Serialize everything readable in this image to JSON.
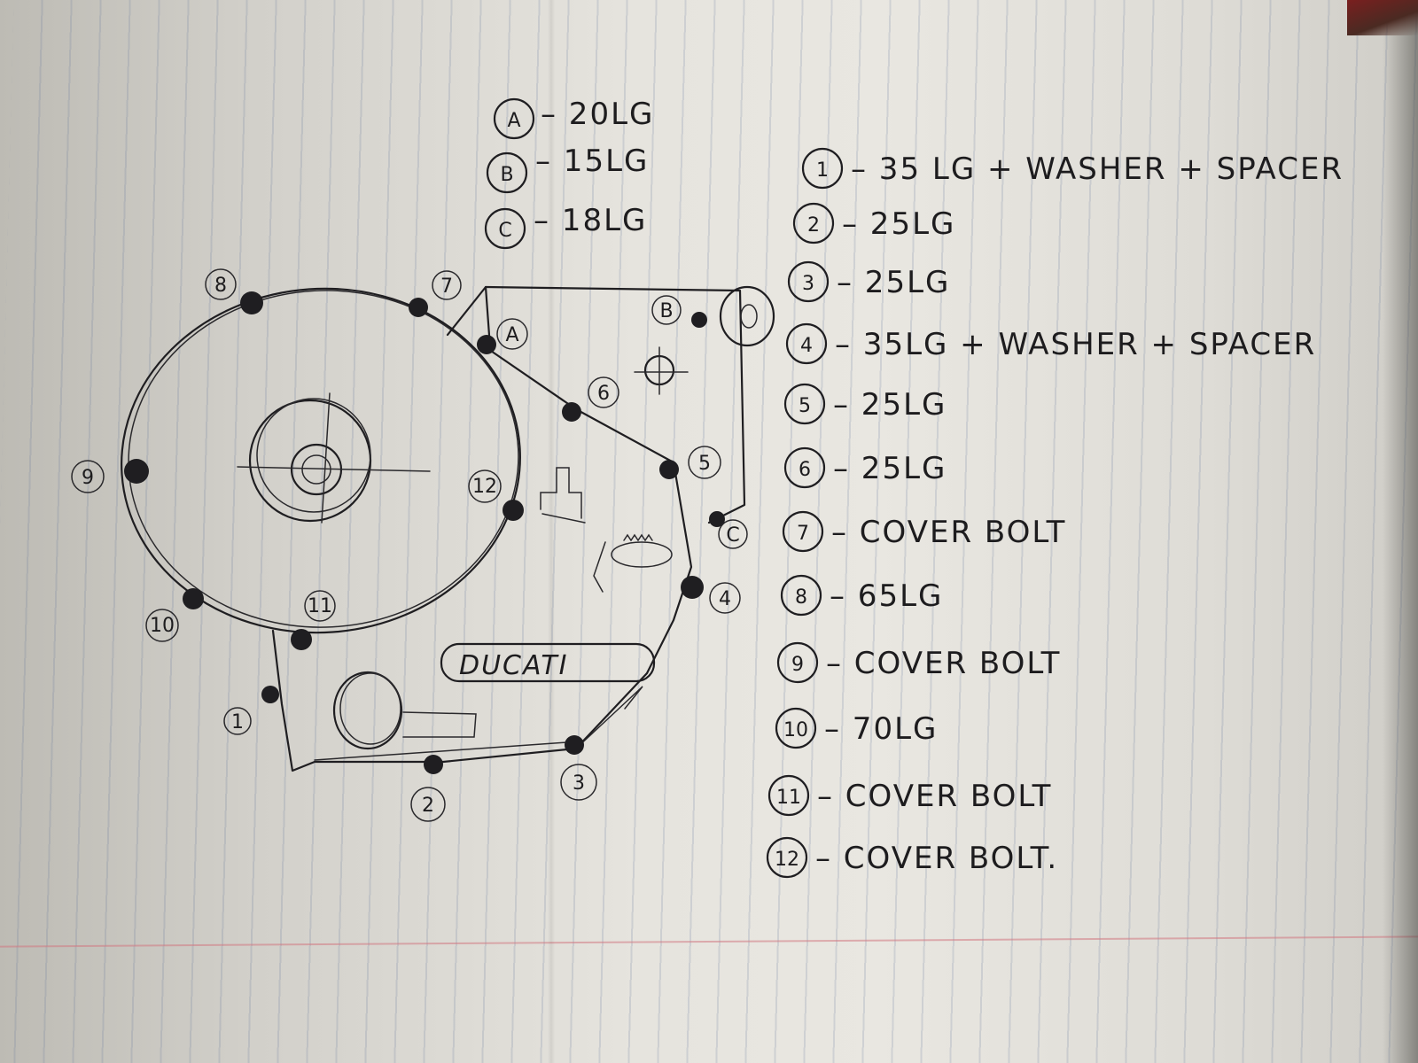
{
  "diagram": {
    "brand_label": "DUCATI",
    "letter_legend": [
      {
        "marker": "A",
        "text": "– 20LG"
      },
      {
        "marker": "B",
        "text": "– 15LG"
      },
      {
        "marker": "C",
        "text": "– 18LG"
      }
    ],
    "number_legend": [
      {
        "marker": "1",
        "text": "– 35 LG  + WASHER + SPACER"
      },
      {
        "marker": "2",
        "text": "– 25LG"
      },
      {
        "marker": "3",
        "text": "– 25LG"
      },
      {
        "marker": "4",
        "text": "– 35LG  + WASHER + SPACER"
      },
      {
        "marker": "5",
        "text": "– 25LG"
      },
      {
        "marker": "6",
        "text": "– 25LG"
      },
      {
        "marker": "7",
        "text": "– COVER BOLT"
      },
      {
        "marker": "8",
        "text": "– 65LG"
      },
      {
        "marker": "9",
        "text": "– COVER BOLT"
      },
      {
        "marker": "10",
        "text": "– 70LG"
      },
      {
        "marker": "11",
        "text": "– COVER BOLT"
      },
      {
        "marker": "12",
        "text": "– COVER BOLT."
      }
    ],
    "callouts": [
      "1",
      "2",
      "3",
      "4",
      "5",
      "6",
      "7",
      "8",
      "9",
      "10",
      "11",
      "12",
      "A",
      "B",
      "C"
    ]
  }
}
